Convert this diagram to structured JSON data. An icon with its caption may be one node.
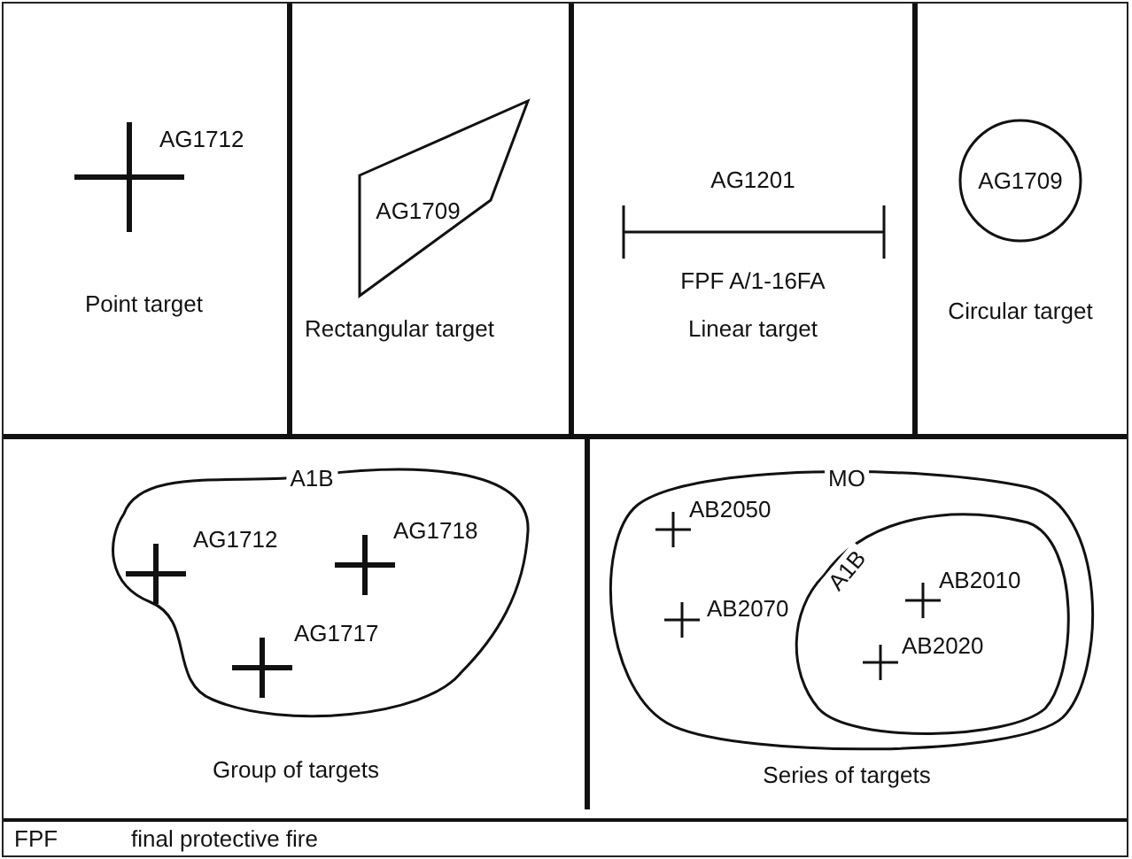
{
  "diagram": {
    "nodes": [
      {
        "text": [
          "AG1709"
        ]
      },
      {
        "text": [
          "AG1709"
        ]
      },
      {
        "text": [
          "A1B"
        ]
      },
      {
        "text": [
          "MO"
        ]
      },
      {
        "text": [
          "A1B"
        ],
        "in": 3
      }
    ],
    "labels": [
      "AG1712",
      "Point target",
      "Rectangular target",
      "AG1201",
      "FPF A/1-16FA",
      "Linear target",
      "Circular target",
      "AG1712",
      "AG1718",
      "AG1717",
      "Group of targets",
      "AB2050",
      "AB2070",
      "AB2010",
      "AB2020",
      "Series of targets",
      "FPF",
      "final protective fire"
    ]
  }
}
